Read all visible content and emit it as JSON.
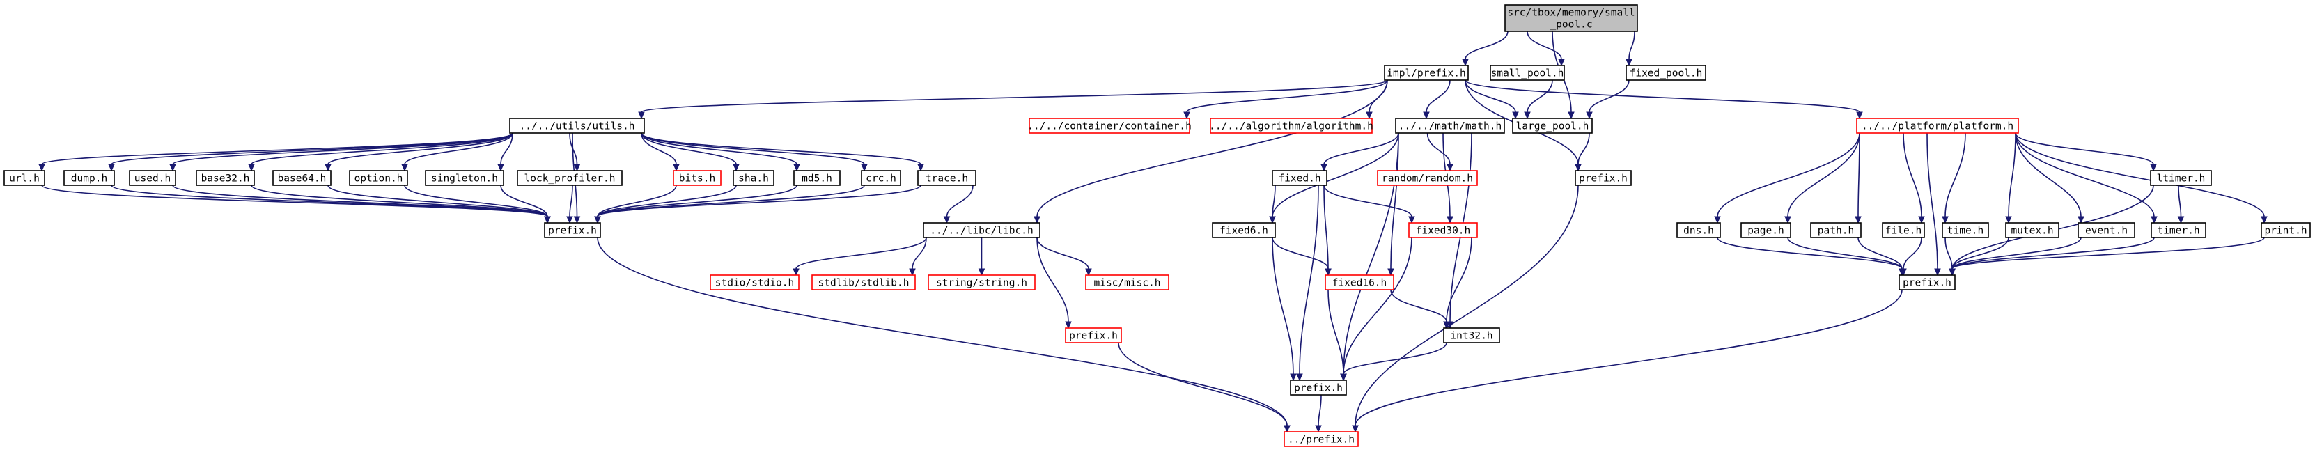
{
  "colors": {
    "edge": "#191970",
    "node_border_normal": "#000000",
    "node_border_missing": "#ff0000",
    "root_fill": "#bfbfbf",
    "node_fill": "#ffffff"
  },
  "graph": {
    "nodes": [
      {
        "id": "root",
        "lines": [
          "src/tbox/memory/small",
          "_pool.c"
        ],
        "kind": "root"
      },
      {
        "id": "impl_prefix",
        "lines": [
          "impl/prefix.h"
        ],
        "kind": "normal"
      },
      {
        "id": "small_pool",
        "lines": [
          "small_pool.h"
        ],
        "kind": "normal"
      },
      {
        "id": "fixed_pool",
        "lines": [
          "fixed_pool.h"
        ],
        "kind": "normal"
      },
      {
        "id": "large_pool",
        "lines": [
          "large_pool.h"
        ],
        "kind": "normal"
      },
      {
        "id": "utils",
        "lines": [
          "../../utils/utils.h"
        ],
        "kind": "normal"
      },
      {
        "id": "container",
        "lines": [
          "../../container/container.h"
        ],
        "kind": "missing"
      },
      {
        "id": "algorithm",
        "lines": [
          "../../algorithm/algorithm.h"
        ],
        "kind": "missing"
      },
      {
        "id": "math",
        "lines": [
          "../../math/math.h"
        ],
        "kind": "normal"
      },
      {
        "id": "platform",
        "lines": [
          "../../platform/platform.h"
        ],
        "kind": "missing"
      },
      {
        "id": "url",
        "lines": [
          "url.h"
        ],
        "kind": "normal"
      },
      {
        "id": "dump",
        "lines": [
          "dump.h"
        ],
        "kind": "normal"
      },
      {
        "id": "used",
        "lines": [
          "used.h"
        ],
        "kind": "normal"
      },
      {
        "id": "base32",
        "lines": [
          "base32.h"
        ],
        "kind": "normal"
      },
      {
        "id": "base64",
        "lines": [
          "base64.h"
        ],
        "kind": "normal"
      },
      {
        "id": "option",
        "lines": [
          "option.h"
        ],
        "kind": "normal"
      },
      {
        "id": "singleton",
        "lines": [
          "singleton.h"
        ],
        "kind": "normal"
      },
      {
        "id": "lock_profiler",
        "lines": [
          "lock_profiler.h"
        ],
        "kind": "normal"
      },
      {
        "id": "bits",
        "lines": [
          "bits.h"
        ],
        "kind": "missing"
      },
      {
        "id": "sha",
        "lines": [
          "sha.h"
        ],
        "kind": "normal"
      },
      {
        "id": "md5",
        "lines": [
          "md5.h"
        ],
        "kind": "normal"
      },
      {
        "id": "crc",
        "lines": [
          "crc.h"
        ],
        "kind": "normal"
      },
      {
        "id": "trace",
        "lines": [
          "trace.h"
        ],
        "kind": "normal"
      },
      {
        "id": "utils_prefix",
        "lines": [
          "prefix.h"
        ],
        "kind": "normal"
      },
      {
        "id": "libc",
        "lines": [
          "../../libc/libc.h"
        ],
        "kind": "normal"
      },
      {
        "id": "stdio",
        "lines": [
          "stdio/stdio.h"
        ],
        "kind": "missing"
      },
      {
        "id": "stdlib",
        "lines": [
          "stdlib/stdlib.h"
        ],
        "kind": "missing"
      },
      {
        "id": "string",
        "lines": [
          "string/string.h"
        ],
        "kind": "missing"
      },
      {
        "id": "misc",
        "lines": [
          "misc/misc.h"
        ],
        "kind": "missing"
      },
      {
        "id": "libc_prefix",
        "lines": [
          "prefix.h"
        ],
        "kind": "missing"
      },
      {
        "id": "fixed",
        "lines": [
          "fixed.h"
        ],
        "kind": "normal"
      },
      {
        "id": "random",
        "lines": [
          "random/random.h"
        ],
        "kind": "missing"
      },
      {
        "id": "fixed6",
        "lines": [
          "fixed6.h"
        ],
        "kind": "normal"
      },
      {
        "id": "fixed30",
        "lines": [
          "fixed30.h"
        ],
        "kind": "missing"
      },
      {
        "id": "fixed16",
        "lines": [
          "fixed16.h"
        ],
        "kind": "missing"
      },
      {
        "id": "int32",
        "lines": [
          "int32.h"
        ],
        "kind": "normal"
      },
      {
        "id": "math_prefix",
        "lines": [
          "prefix.h"
        ],
        "kind": "normal"
      },
      {
        "id": "top_prefix",
        "lines": [
          "../prefix.h"
        ],
        "kind": "missing"
      },
      {
        "id": "mem_prefix",
        "lines": [
          "prefix.h"
        ],
        "kind": "normal"
      },
      {
        "id": "dns",
        "lines": [
          "dns.h"
        ],
        "kind": "normal"
      },
      {
        "id": "page",
        "lines": [
          "page.h"
        ],
        "kind": "normal"
      },
      {
        "id": "path",
        "lines": [
          "path.h"
        ],
        "kind": "normal"
      },
      {
        "id": "file",
        "lines": [
          "file.h"
        ],
        "kind": "normal"
      },
      {
        "id": "time",
        "lines": [
          "time.h"
        ],
        "kind": "normal"
      },
      {
        "id": "mutex",
        "lines": [
          "mutex.h"
        ],
        "kind": "normal"
      },
      {
        "id": "event",
        "lines": [
          "event.h"
        ],
        "kind": "normal"
      },
      {
        "id": "ltimer",
        "lines": [
          "ltimer.h"
        ],
        "kind": "normal"
      },
      {
        "id": "timer",
        "lines": [
          "timer.h"
        ],
        "kind": "normal"
      },
      {
        "id": "print",
        "lines": [
          "print.h"
        ],
        "kind": "normal"
      },
      {
        "id": "plat_prefix",
        "lines": [
          "prefix.h"
        ],
        "kind": "normal"
      }
    ],
    "edges": [
      [
        "root",
        "impl_prefix"
      ],
      [
        "root",
        "small_pool"
      ],
      [
        "root",
        "fixed_pool"
      ],
      [
        "root",
        "large_pool"
      ],
      [
        "impl_prefix",
        "utils"
      ],
      [
        "impl_prefix",
        "container"
      ],
      [
        "impl_prefix",
        "algorithm"
      ],
      [
        "impl_prefix",
        "math"
      ],
      [
        "impl_prefix",
        "platform"
      ],
      [
        "impl_prefix",
        "libc"
      ],
      [
        "impl_prefix",
        "large_pool"
      ],
      [
        "impl_prefix",
        "mem_prefix"
      ],
      [
        "small_pool",
        "large_pool"
      ],
      [
        "fixed_pool",
        "large_pool"
      ],
      [
        "large_pool",
        "mem_prefix"
      ],
      [
        "utils",
        "url"
      ],
      [
        "utils",
        "dump"
      ],
      [
        "utils",
        "used"
      ],
      [
        "utils",
        "base32"
      ],
      [
        "utils",
        "base64"
      ],
      [
        "utils",
        "option"
      ],
      [
        "utils",
        "singleton"
      ],
      [
        "utils",
        "lock_profiler"
      ],
      [
        "utils",
        "bits"
      ],
      [
        "utils",
        "sha"
      ],
      [
        "utils",
        "md5"
      ],
      [
        "utils",
        "crc"
      ],
      [
        "utils",
        "trace"
      ],
      [
        "utils",
        "utils_prefix"
      ],
      [
        "url",
        "utils_prefix"
      ],
      [
        "dump",
        "utils_prefix"
      ],
      [
        "used",
        "utils_prefix"
      ],
      [
        "base32",
        "utils_prefix"
      ],
      [
        "base64",
        "utils_prefix"
      ],
      [
        "option",
        "utils_prefix"
      ],
      [
        "singleton",
        "utils_prefix"
      ],
      [
        "lock_profiler",
        "utils_prefix"
      ],
      [
        "bits",
        "utils_prefix"
      ],
      [
        "sha",
        "utils_prefix"
      ],
      [
        "md5",
        "utils_prefix"
      ],
      [
        "crc",
        "utils_prefix"
      ],
      [
        "trace",
        "utils_prefix"
      ],
      [
        "trace",
        "libc"
      ],
      [
        "utils_prefix",
        "top_prefix"
      ],
      [
        "libc",
        "stdio"
      ],
      [
        "libc",
        "stdlib"
      ],
      [
        "libc",
        "string"
      ],
      [
        "libc",
        "misc"
      ],
      [
        "libc",
        "libc_prefix"
      ],
      [
        "libc_prefix",
        "top_prefix"
      ],
      [
        "math",
        "fixed"
      ],
      [
        "math",
        "random"
      ],
      [
        "math",
        "fixed6"
      ],
      [
        "math",
        "fixed30"
      ],
      [
        "math",
        "fixed16"
      ],
      [
        "math",
        "int32"
      ],
      [
        "math",
        "math_prefix"
      ],
      [
        "fixed",
        "fixed6"
      ],
      [
        "fixed",
        "fixed30"
      ],
      [
        "fixed",
        "fixed16"
      ],
      [
        "fixed",
        "math_prefix"
      ],
      [
        "fixed6",
        "fixed16"
      ],
      [
        "fixed6",
        "math_prefix"
      ],
      [
        "fixed30",
        "int32"
      ],
      [
        "fixed30",
        "math_prefix"
      ],
      [
        "fixed16",
        "int32"
      ],
      [
        "fixed16",
        "math_prefix"
      ],
      [
        "int32",
        "math_prefix"
      ],
      [
        "math_prefix",
        "top_prefix"
      ],
      [
        "mem_prefix",
        "top_prefix"
      ],
      [
        "platform",
        "dns"
      ],
      [
        "platform",
        "page"
      ],
      [
        "platform",
        "path"
      ],
      [
        "platform",
        "file"
      ],
      [
        "platform",
        "time"
      ],
      [
        "platform",
        "mutex"
      ],
      [
        "platform",
        "event"
      ],
      [
        "platform",
        "ltimer"
      ],
      [
        "platform",
        "timer"
      ],
      [
        "platform",
        "print"
      ],
      [
        "platform",
        "plat_prefix"
      ],
      [
        "dns",
        "plat_prefix"
      ],
      [
        "page",
        "plat_prefix"
      ],
      [
        "path",
        "plat_prefix"
      ],
      [
        "file",
        "plat_prefix"
      ],
      [
        "time",
        "plat_prefix"
      ],
      [
        "mutex",
        "plat_prefix"
      ],
      [
        "event",
        "plat_prefix"
      ],
      [
        "ltimer",
        "timer"
      ],
      [
        "ltimer",
        "plat_prefix"
      ],
      [
        "timer",
        "plat_prefix"
      ],
      [
        "print",
        "plat_prefix"
      ],
      [
        "plat_prefix",
        "top_prefix"
      ]
    ]
  }
}
